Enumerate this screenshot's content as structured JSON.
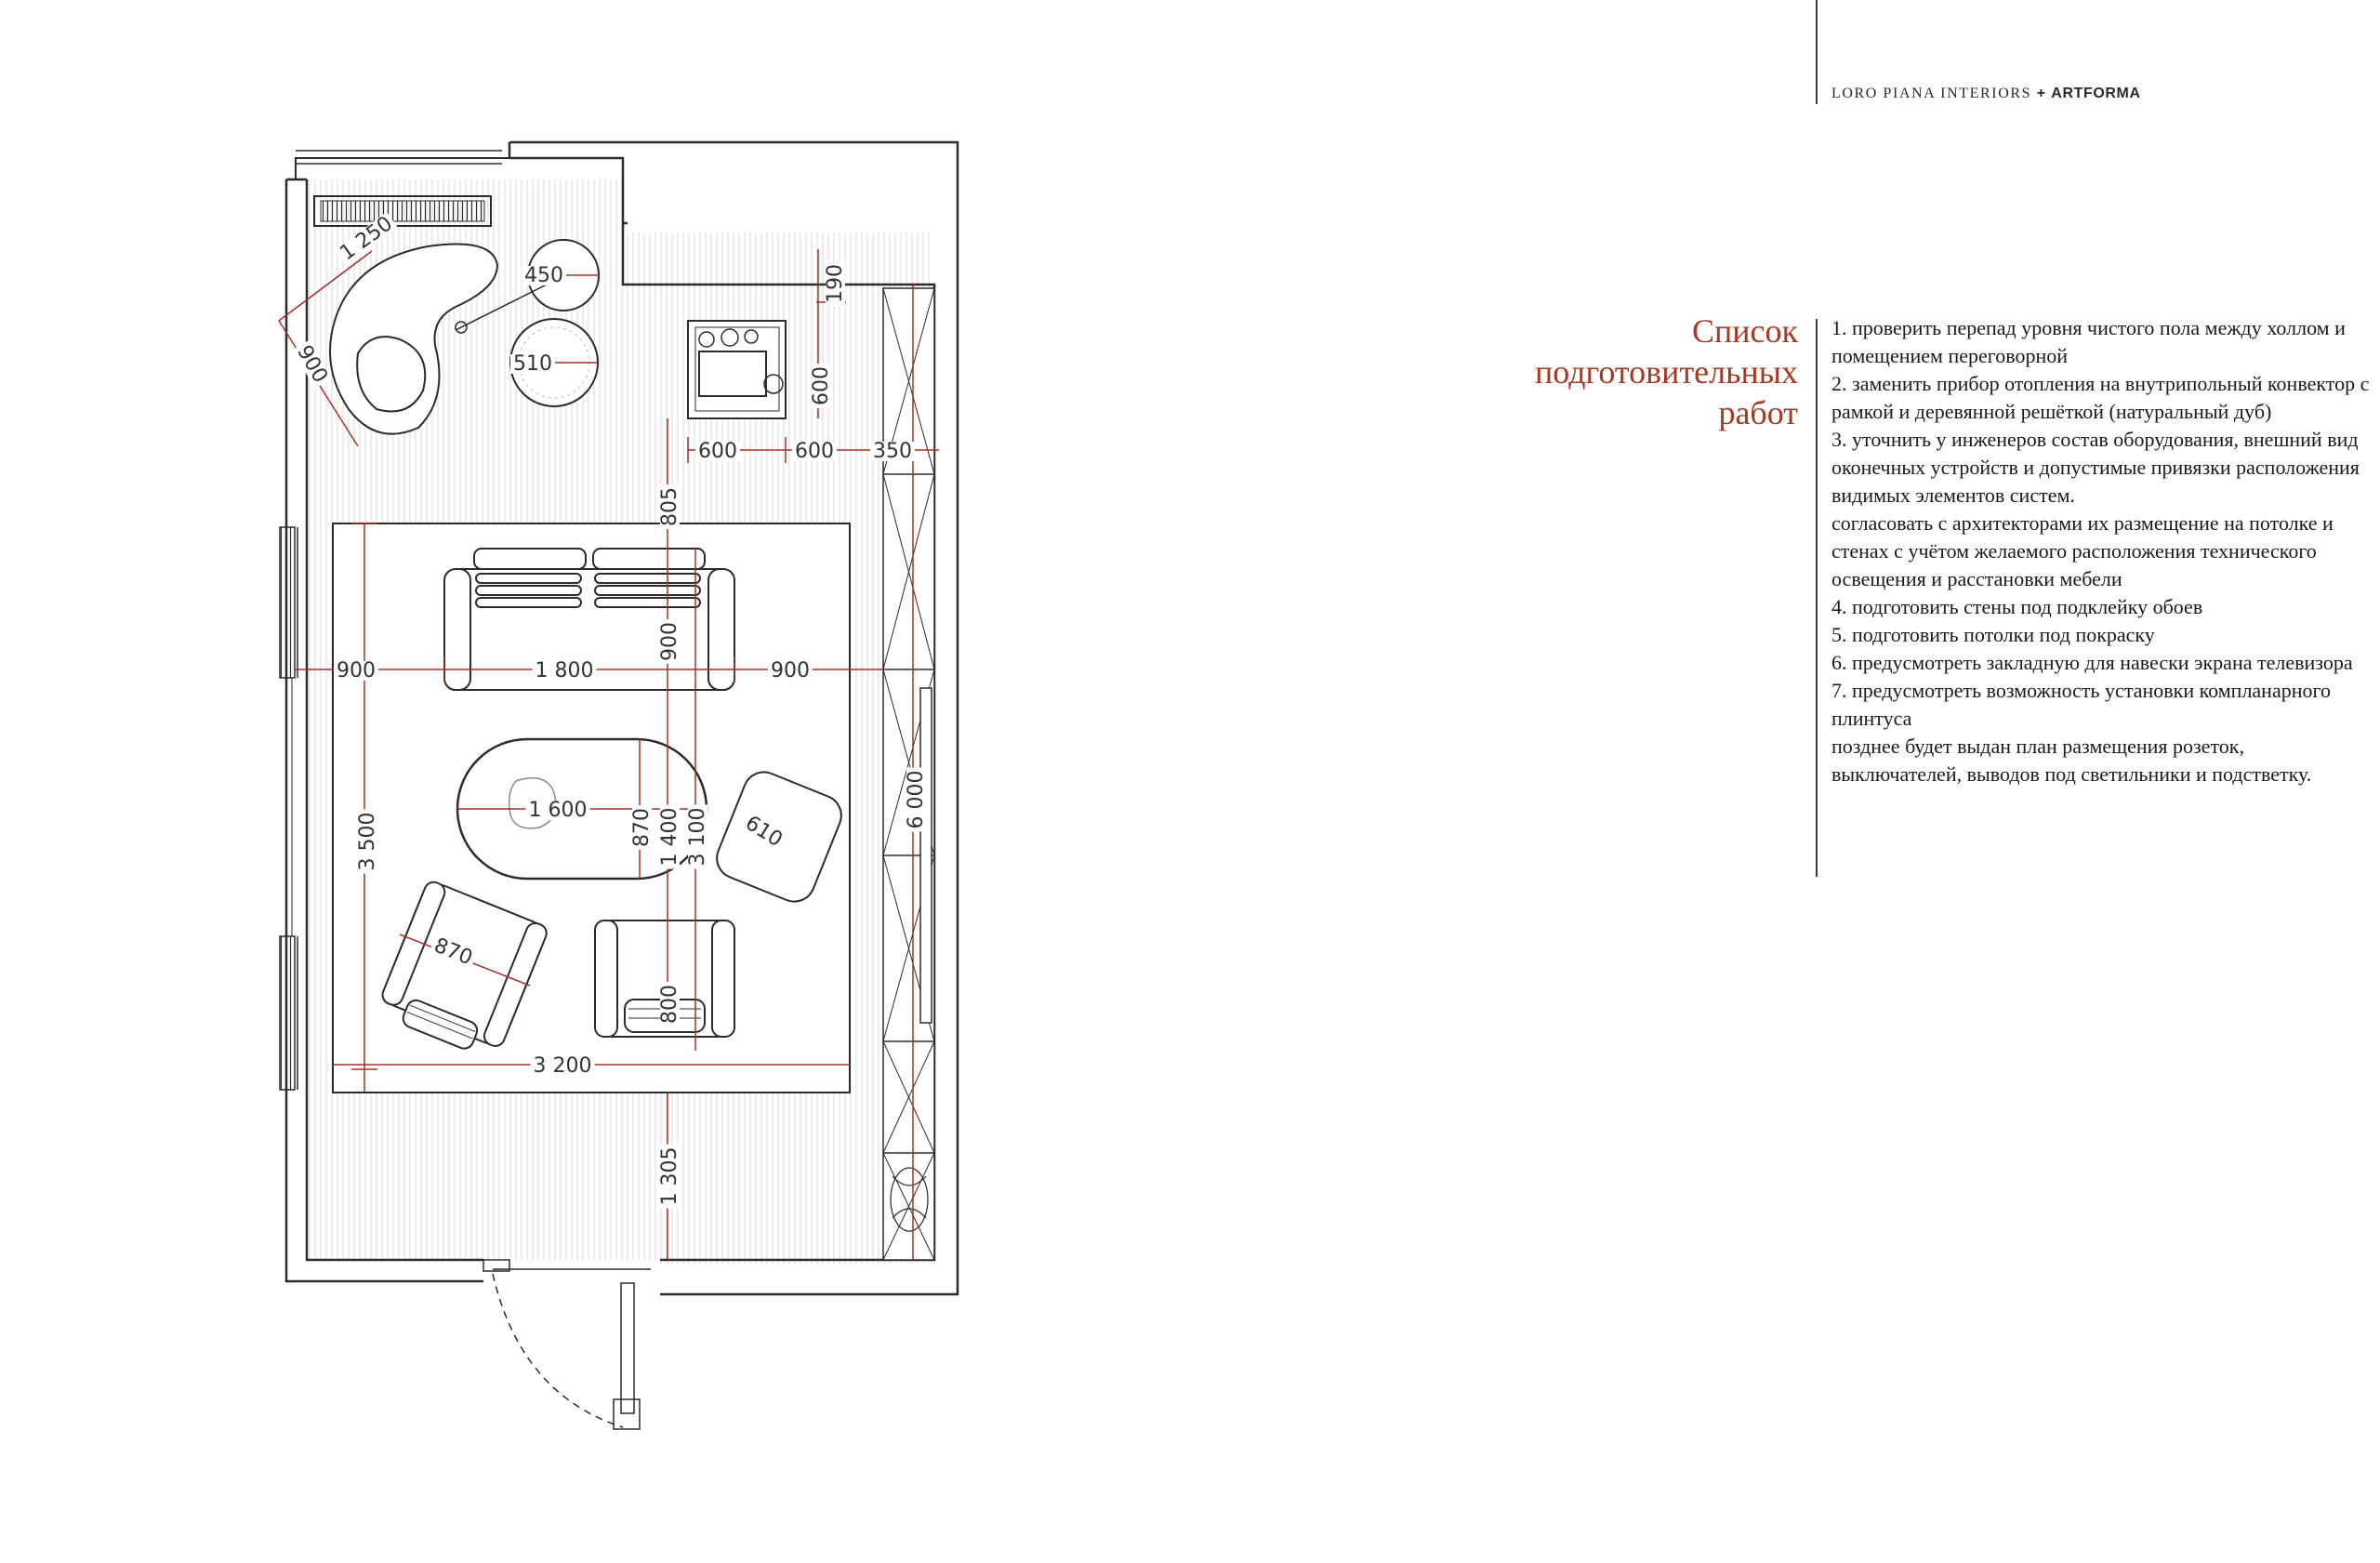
{
  "header": {
    "brand_primary": "LORO PIANA INTERIORS",
    "brand_separator": "+",
    "brand_secondary": "ARTFORMA"
  },
  "sidebar": {
    "title_lines": [
      "Список",
      "подготовительных",
      "работ"
    ],
    "items": [
      "1. проверить перепад уровня чистого пола между холлом и помещением переговорной",
      "2. заменить прибор отопления на внутрипольный конвектор с рамкой и деревянной решёткой (натуральный дуб)",
      "3. уточнить у инженеров состав оборудования, внешний вид оконечных устройств и допустимые привязки расположения видимых элементов систем.",
      "согласовать с архитекторами их размещение на потолке и стенах с учётом желаемого расположения технического освещения и расстановки мебели",
      "4. подготовить стены под подклейку обоев",
      "5. подготовить потолки под покраску",
      "6. предусмотреть закладную для навески экрана телевизора",
      "7. предусмотреть возможность установки компланарного плинтуса",
      "позднее будет выдан план размещения розеток, выключателей, выводов под светильники и подстветку."
    ]
  },
  "plan": {
    "colors": {
      "line": "#2b2b2b",
      "dimension": "#a3322a",
      "hatch": "#d6d6d6"
    },
    "dimensions": {
      "chair_width": "1 250",
      "chair_depth": "900",
      "table_small_a": "450",
      "table_small_b": "510",
      "offset_top": "190",
      "tv_unit_depth": "600",
      "clearance_a": "600",
      "clearance_b": "600",
      "cabinet_depth": "350",
      "sofa_offset": "805",
      "sofa_depth": "900",
      "left_gap": "900",
      "sofa_width": "1 800",
      "right_gap": "900",
      "rug_depth": "3 500",
      "table_width": "1 600",
      "table_depth_a": "870",
      "table_depth_b": "1 400",
      "table_depth_c": "3 100",
      "pouf_size": "610",
      "wall_length": "6 000",
      "armchair_width": "870",
      "armchair_depth": "800",
      "rug_width": "3 200",
      "bottom_gap": "1 305"
    }
  }
}
